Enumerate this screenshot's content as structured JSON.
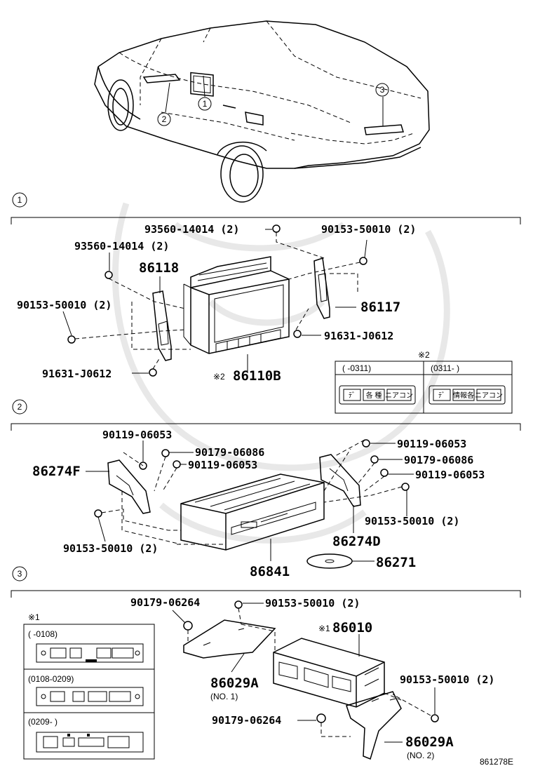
{
  "diagram_id": "861278E",
  "overview": {
    "callouts": [
      "1",
      "2",
      "3"
    ]
  },
  "sections": [
    {
      "id": "1",
      "parts": {
        "bolt_top": "93560-14014 (2)",
        "screw_top_right": "90153-50010 (2)",
        "bolt_left": "93560-14014 (2)",
        "bracket_left": "86118",
        "screw_left": "90153-50010 (2)",
        "bracket_right": "86117",
        "screw_right": "91631-J0612",
        "screw_bottom": "91631-J0612",
        "display": "86110B",
        "display_note": "※2"
      },
      "note_table": {
        "mark": "※2",
        "columns": [
          {
            "header": "(     -0311)",
            "buttons": [
              "ﾃﾞ",
              "各 種",
              "ニアコン"
            ]
          },
          {
            "header": "(0311-      )",
            "buttons": [
              "ﾃﾞ",
              "情報各",
              "ニアコン"
            ]
          }
        ]
      }
    },
    {
      "id": "2",
      "parts": {
        "bolt_a": "90119-06053",
        "nut_a": "90179-06086",
        "bolt_b": "90119-06053",
        "bracket_left": "86274F",
        "screw_left": "90153-50010 (2)",
        "bolt_c": "90119-06053",
        "nut_b": "90179-06086",
        "bolt_d": "90119-06053",
        "screw_right": "90153-50010 (2)",
        "bracket_right": "86274D",
        "changer": "86841",
        "disc": "86271"
      }
    },
    {
      "id": "3",
      "parts": {
        "nut_top": "90179-06264",
        "screw_top": "90153-50010 (2)",
        "ecu": "86010",
        "ecu_note": "※1",
        "bracket_no1": "86029A",
        "bracket_no1_sub": "(NO. 1)",
        "screw_right": "90153-50010 (2)",
        "nut_bottom": "90179-06264",
        "bracket_no2": "86029A",
        "bracket_no2_sub": "(NO. 2)"
      },
      "note_table": {
        "mark": "※1",
        "rows": [
          "(     -0108)",
          "(0108-0209)",
          "(0209-      )"
        ]
      }
    }
  ]
}
